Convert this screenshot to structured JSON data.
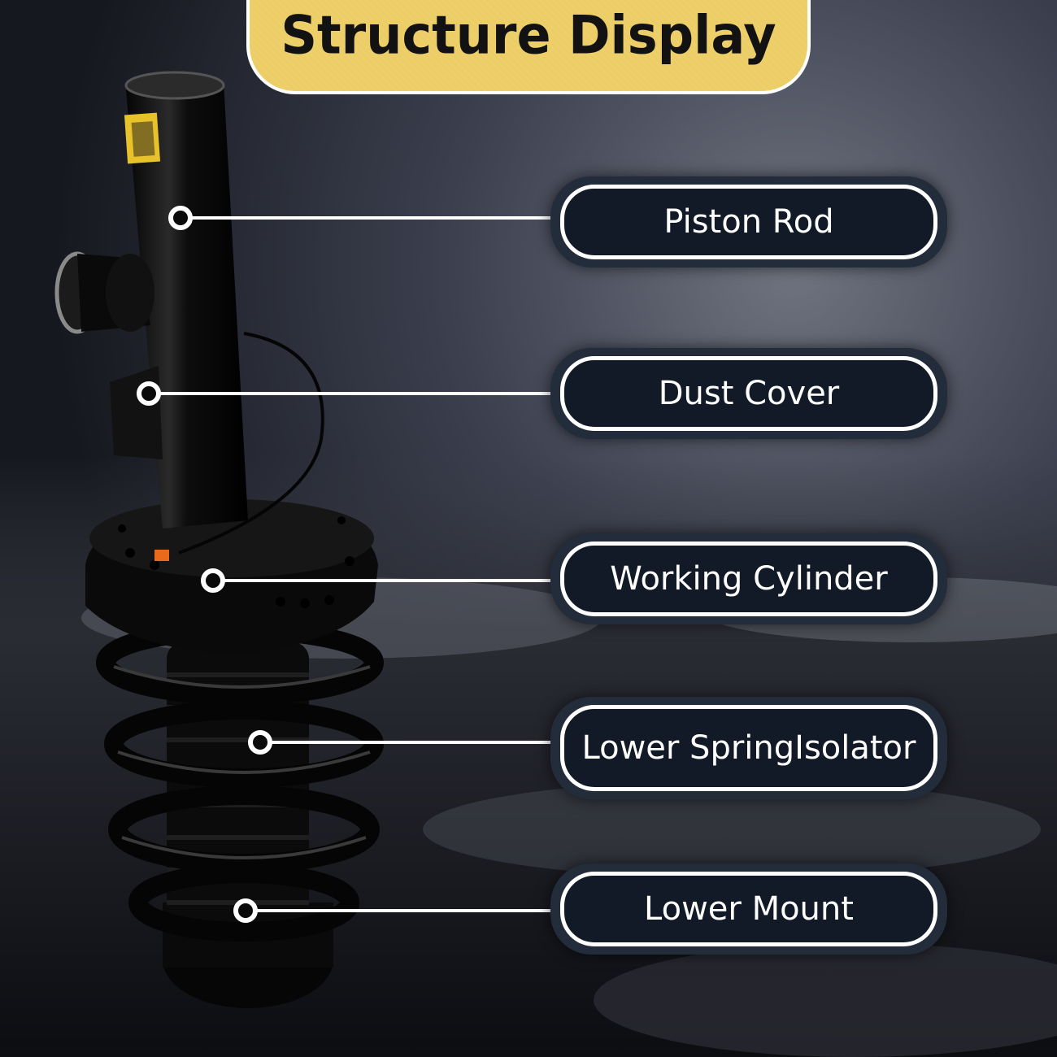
{
  "title": "Structure Display",
  "labels": {
    "piston_rod": "Piston Rod",
    "dust_cover": "Dust Cover",
    "working_cylinder": "Working Cylinder",
    "lower_spring_isolator_line1": "Lower Spring",
    "lower_spring_isolator_line2": "Isolator",
    "lower_mount": "Lower Mount"
  },
  "colors": {
    "title_background": "#eccd66",
    "label_background": "#121a27",
    "label_border": "#ffffff",
    "leader_line": "#ffffff"
  }
}
